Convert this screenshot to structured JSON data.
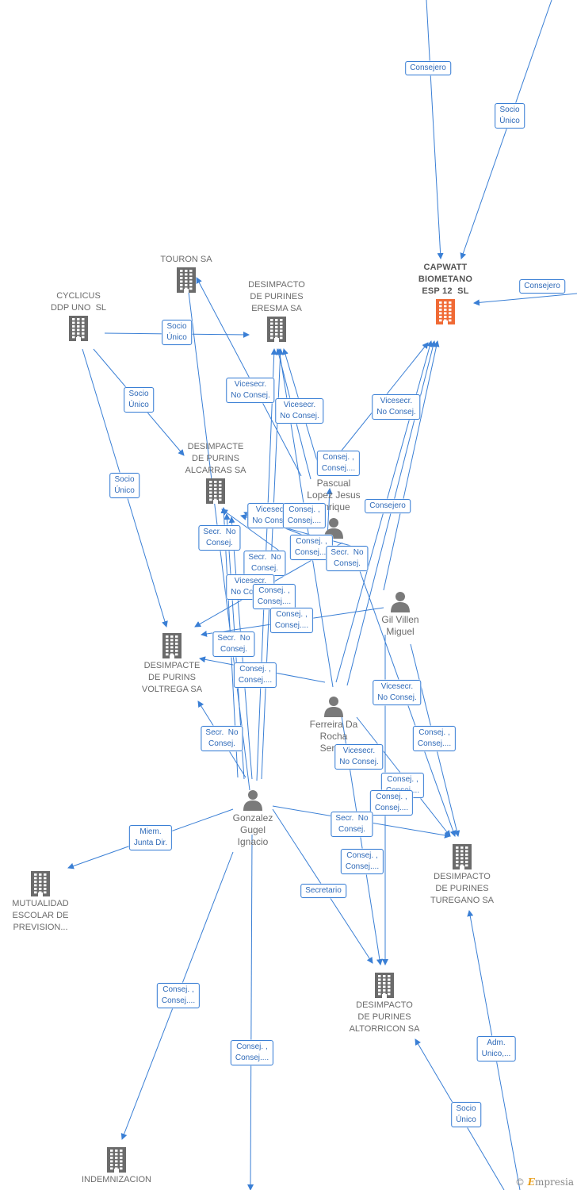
{
  "colors": {
    "edge": "#3a7fd5",
    "company": "#6b6b6b",
    "focus_company": "#f06a35",
    "person": "#7a7a7a"
  },
  "companies": [
    {
      "id": "touron",
      "name": "TOURON SA",
      "icon": "building-icon"
    },
    {
      "id": "cyclicus",
      "name": "CYCLICUS\nDDP UNO  SL",
      "icon": "building-icon"
    },
    {
      "id": "eresma",
      "name": "DESIMPACTO\nDE PURINES\nERESMA SA",
      "icon": "building-icon"
    },
    {
      "id": "capwatt",
      "name": "CAPWATT\nBIOMETANO\nESP 12  SL",
      "icon": "building-icon"
    },
    {
      "id": "alcarras",
      "name": "DESIMPACTE\nDE PURINS\nALCARRAS SA",
      "icon": "building-icon"
    },
    {
      "id": "voltrega",
      "name": "DESIMPACTE\nDE PURINS\nVOLTREGA SA",
      "icon": "building-icon"
    },
    {
      "id": "turegano",
      "name": "DESIMPACTO\nDE PURINES\nTUREGANO SA",
      "icon": "building-icon"
    },
    {
      "id": "altorricon",
      "name": "DESIMPACTO\nDE PURINES\nALTORRICON SA",
      "icon": "building-icon"
    },
    {
      "id": "mutualidad",
      "name": "MUTUALIDAD\nESCOLAR DE\nPREVISION...",
      "icon": "building-icon"
    },
    {
      "id": "indemnizacion",
      "name": "INDEMNIZACION",
      "icon": "building-icon"
    }
  ],
  "people": [
    {
      "id": "pascual",
      "name": "Pascual\nLopez Jesus\nEnrique",
      "icon": "person-icon"
    },
    {
      "id": "gil",
      "name": "Gil Villen\nMiguel",
      "icon": "person-icon"
    },
    {
      "id": "ferreira",
      "name": "Ferreira Da\nRocha\nSergio",
      "icon": "person-icon"
    },
    {
      "id": "gonzalez",
      "name": "Gonzalez\nGugel\nIgnacio",
      "icon": "person-icon"
    }
  ],
  "relations": [
    "Consejero",
    "Socio\nÚnico",
    "Consejero",
    "Socio\nÚnico",
    "Socio\nÚnico",
    "Socio\nÚnico",
    "Vicesecr.\nNo Consej.",
    "Vicesecr.\nNo Consej.",
    "Vicesecr.\nNo Consej.",
    "Consej. ,\nConsej....",
    "Consejero",
    "Vicesecr.\nNo Consej.",
    "Consej. ,\nConsej....",
    "Secr.  No\nConsej.",
    "Consej. ,\nConsej....",
    "Secr.  No\nConsej.",
    "Secr.  No\nConsej.",
    "Vicesecr.\nNo Consej.",
    "Consej. ,\nConsej....",
    "Consej. ,\nConsej....",
    "Secr.  No\nConsej.",
    "Consej. ,\nConsej....",
    "Secr.  No\nConsej.",
    "Vicesecr.\nNo Consej.",
    "Consej. ,\nConsej....",
    "Vicesecr.\nNo Consej.",
    "Consej. ,\nConsej....",
    "Consej. ,\nConsej....",
    "Secr.  No\nConsej.",
    "Miem.\nJunta Dir.",
    "Consej. ,\nConsej....",
    "Secretario",
    "Consej. ,\nConsej....",
    "Consej. ,\nConsej....",
    "Adm.\nUnico,...",
    "Socio\nÚnico"
  ],
  "brand": {
    "copyright": "©",
    "name": "mpresia",
    "initial": "E"
  }
}
